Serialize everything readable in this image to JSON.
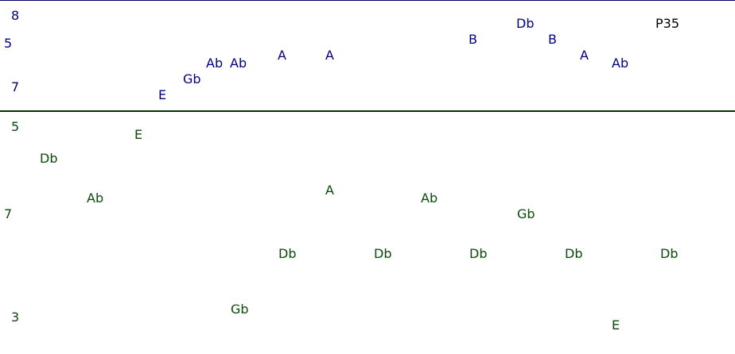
{
  "colors": {
    "upper_text": "#000080",
    "lower_text": "#0b4a0b",
    "marker_text": "#000000",
    "top_rule": "#000066",
    "divider_rule": "#003300"
  },
  "upper": {
    "side": [
      "8",
      "5",
      "7"
    ],
    "notes": [
      "E",
      "Gb",
      "Ab",
      "Ab",
      "A",
      "A",
      "B",
      "Db",
      "B",
      "A",
      "Ab"
    ],
    "marker": "P35"
  },
  "lower": {
    "side": [
      "5",
      "7",
      "3"
    ],
    "notes": [
      "E",
      "Db",
      "Ab",
      "A",
      "Ab",
      "Gb",
      "Db",
      "Db",
      "Db",
      "Db",
      "Db",
      "Gb",
      "E"
    ]
  }
}
